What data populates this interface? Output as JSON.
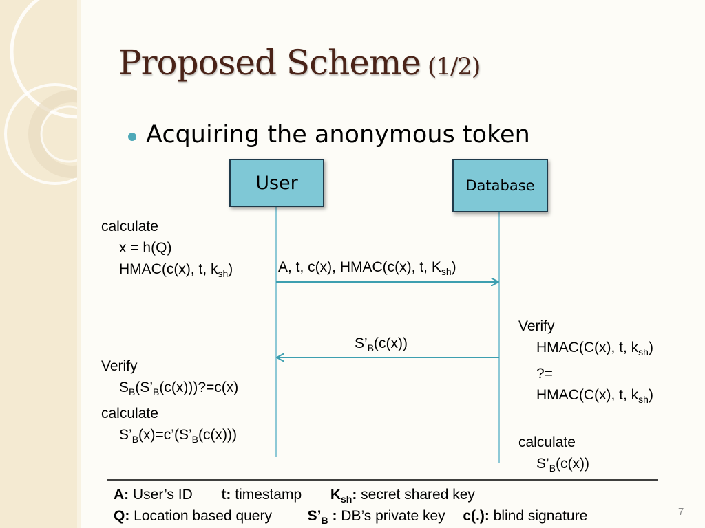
{
  "title": "Proposed Scheme",
  "title_sub": "(1/2)",
  "bullet": "Acquiring the anonymous token",
  "user_box": "User",
  "database_box": "Database",
  "user_step1": {
    "line1": "calculate",
    "line2": "x = h(Q)",
    "line3_pre": "HMAC(c(x), t, k",
    "line3_sub": "sh",
    "line3_post": ")"
  },
  "message1": {
    "pre": "A, t, c(x), HMAC(c(x), t, K",
    "sub": "sh",
    "post": ")"
  },
  "message2": {
    "pre": "S’",
    "sub": "B",
    "post": "(c(x))"
  },
  "db_step": {
    "line1": "Verify",
    "line2_pre": "HMAC(C(x), t, k",
    "line2_sub": "sh",
    "line2_post": ")",
    "line3": "?=",
    "line4_pre": "HMAC(C(x), t, k",
    "line4_sub": "sh",
    "line4_post": ")",
    "line5": "calculate",
    "line6_pre": "S’",
    "line6_sub": "B",
    "line6_post": "(c(x))"
  },
  "user_step2": {
    "line1": "Verify",
    "line2_a": "S",
    "line2_sub1": "B",
    "line2_b": "(S’",
    "line2_sub2": "B",
    "line2_c": "(c(x)))?=c(x)",
    "line3": "calculate",
    "line4_a": "S’",
    "line4_sub1": "B",
    "line4_b": "(x)=c’(S’",
    "line4_sub2": "B",
    "line4_c": "(c(x)))"
  },
  "legend": {
    "row1": [
      {
        "key": "A:",
        "sub": "",
        "desc": " User’s ID"
      },
      {
        "key": "t:",
        "sub": "",
        "desc": " timestamp"
      },
      {
        "key": "K",
        "sub": "sh",
        "key_post": ":",
        "desc": " secret shared key"
      }
    ],
    "row2": [
      {
        "key": "Q:",
        "sub": "",
        "desc": " Location based query"
      },
      {
        "key": "S’",
        "sub": "B",
        "key_post": " :",
        "desc": " DB’s private key"
      },
      {
        "key": "c(.):",
        "sub": "",
        "desc": " blind signature"
      }
    ]
  },
  "page_number": "7",
  "colors": {
    "title": "#4a2318",
    "box_fill": "#7fc8d6",
    "lifeline": "#8ec9d6",
    "arrow": "#3d9fb0",
    "bullet": "#4fa9b8",
    "strip": "#f4ead2"
  }
}
